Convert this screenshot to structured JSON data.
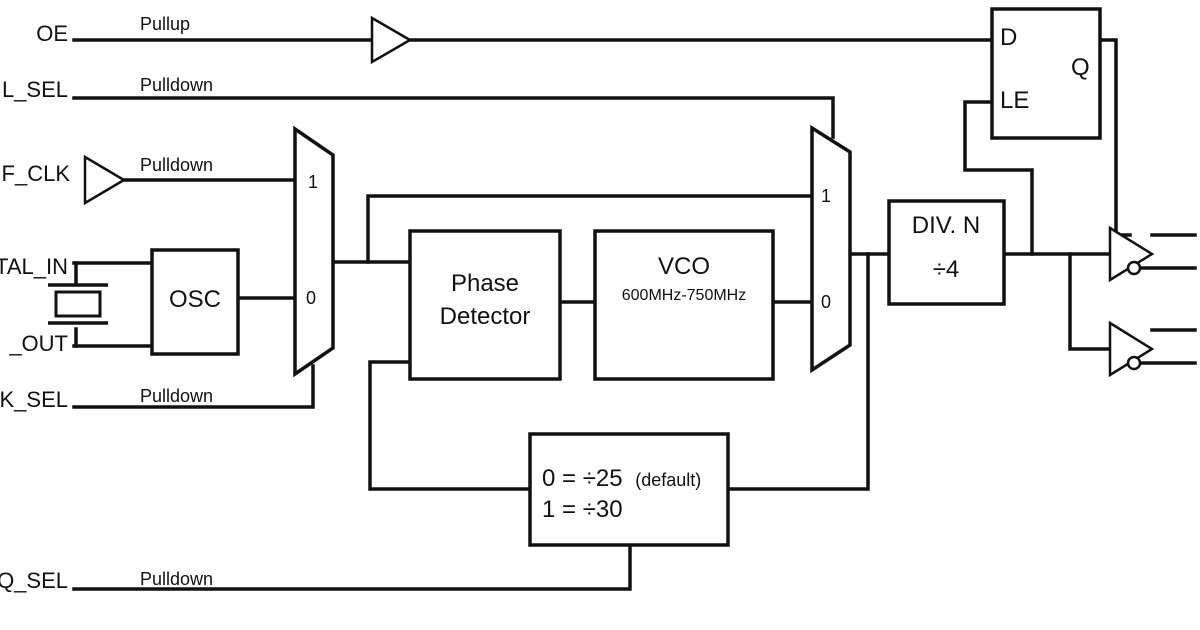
{
  "signals": {
    "oe": "OE",
    "xtal_sel": "L_SEL",
    "ref_clk": "F_CLK",
    "xtal_in": "TAL_IN",
    "xtal_out": "_OUT",
    "clk_sel": "K_SEL",
    "freq_sel": "Q_SEL"
  },
  "pull": {
    "oe": "Pullup",
    "xtal_sel": "Pulldown",
    "ref_clk": "Pulldown",
    "clk_sel": "Pulldown",
    "freq_sel": "Pulldown"
  },
  "blocks": {
    "osc": "OSC",
    "phase_detector_line1": "Phase",
    "phase_detector_line2": "Detector",
    "vco_title": "VCO",
    "vco_range": "600MHz-750MHz",
    "div_title": "DIV. N",
    "div_value": "÷4",
    "feedback_line1": "0 = ÷25",
    "feedback_default": "(default)",
    "feedback_line2": "1 = ÷30"
  },
  "mux": {
    "input_one": "1",
    "input_zero": "0"
  },
  "latch": {
    "d": "D",
    "q": "Q",
    "le": "LE"
  }
}
